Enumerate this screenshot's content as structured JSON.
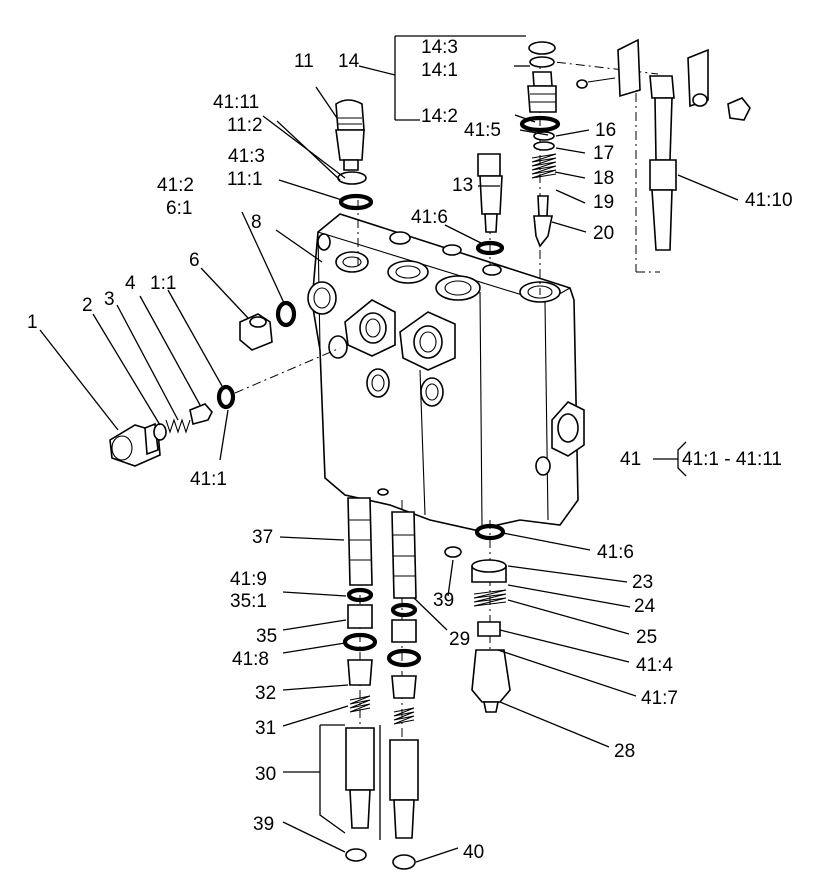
{
  "diagram": {
    "labels": [
      "1",
      "2",
      "3",
      "4",
      "1:1",
      "6",
      "41:2",
      "6:1",
      "8",
      "41:11",
      "11:2",
      "11",
      "41:3",
      "11:1",
      "14",
      "14:3",
      "14:1",
      "14:2",
      "16",
      "41:5",
      "17",
      "13",
      "18",
      "19",
      "41:6",
      "20",
      "41:10",
      "41:1",
      "41",
      "41:1 - 41:11",
      "37",
      "41:6",
      "23",
      "24",
      "41:9",
      "35:1",
      "39",
      "29",
      "25",
      "35",
      "41:8",
      "41:4",
      "41:7",
      "32",
      "31",
      "28",
      "30",
      "39",
      "40"
    ]
  }
}
